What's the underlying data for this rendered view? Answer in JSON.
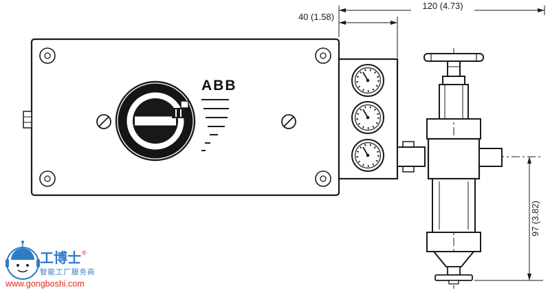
{
  "page": {
    "background": "#ffffff"
  },
  "drawing": {
    "type": "technical-dimension-drawing",
    "brand_label": "ABB",
    "line_color": "#1a1a1a",
    "dimensions": {
      "top_total": "120 (4.73)",
      "top_manifold": "40 (1.58)",
      "right_height": "97 (3.82)"
    }
  },
  "watermark": {
    "company": "工博士",
    "registered_mark": "®",
    "tagline": "智能工厂服务商",
    "website": "www.gongboshi.com",
    "brand_blue": "#2e7bc4",
    "brand_red": "#e02a1f"
  }
}
